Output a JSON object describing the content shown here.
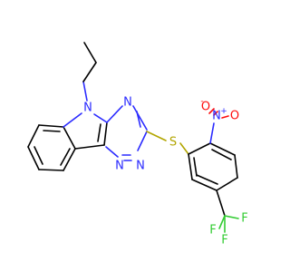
{
  "atoms": {
    "n_indole": {
      "text": "N",
      "color": "#2b2bff"
    },
    "n_triazine_top": {
      "text": "N",
      "color": "#2b2bff"
    },
    "n_triazine_bottom_left": {
      "text": "N",
      "color": "#2b2bff"
    },
    "n_triazine_bottom_right": {
      "text": "N",
      "color": "#2b2bff"
    },
    "sulfur": {
      "text": "S",
      "color": "#b2a500"
    },
    "nitro_n": {
      "text": "N",
      "color": "#2b2bff"
    },
    "nitro_n_charge": {
      "text": "+",
      "color": "#2b2bff"
    },
    "nitro_o_left": {
      "text": "O",
      "color": "#ff0d0d"
    },
    "nitro_o_left_charge": {
      "text": "-",
      "color": "#ff0d0d"
    },
    "nitro_o_bottom": {
      "text": "O",
      "color": "#ff0d0d"
    },
    "fluorine_1": {
      "text": "F",
      "color": "#33cc33"
    },
    "fluorine_2": {
      "text": "F",
      "color": "#33cc33"
    },
    "fluorine_3": {
      "text": "F",
      "color": "#33cc33"
    }
  }
}
